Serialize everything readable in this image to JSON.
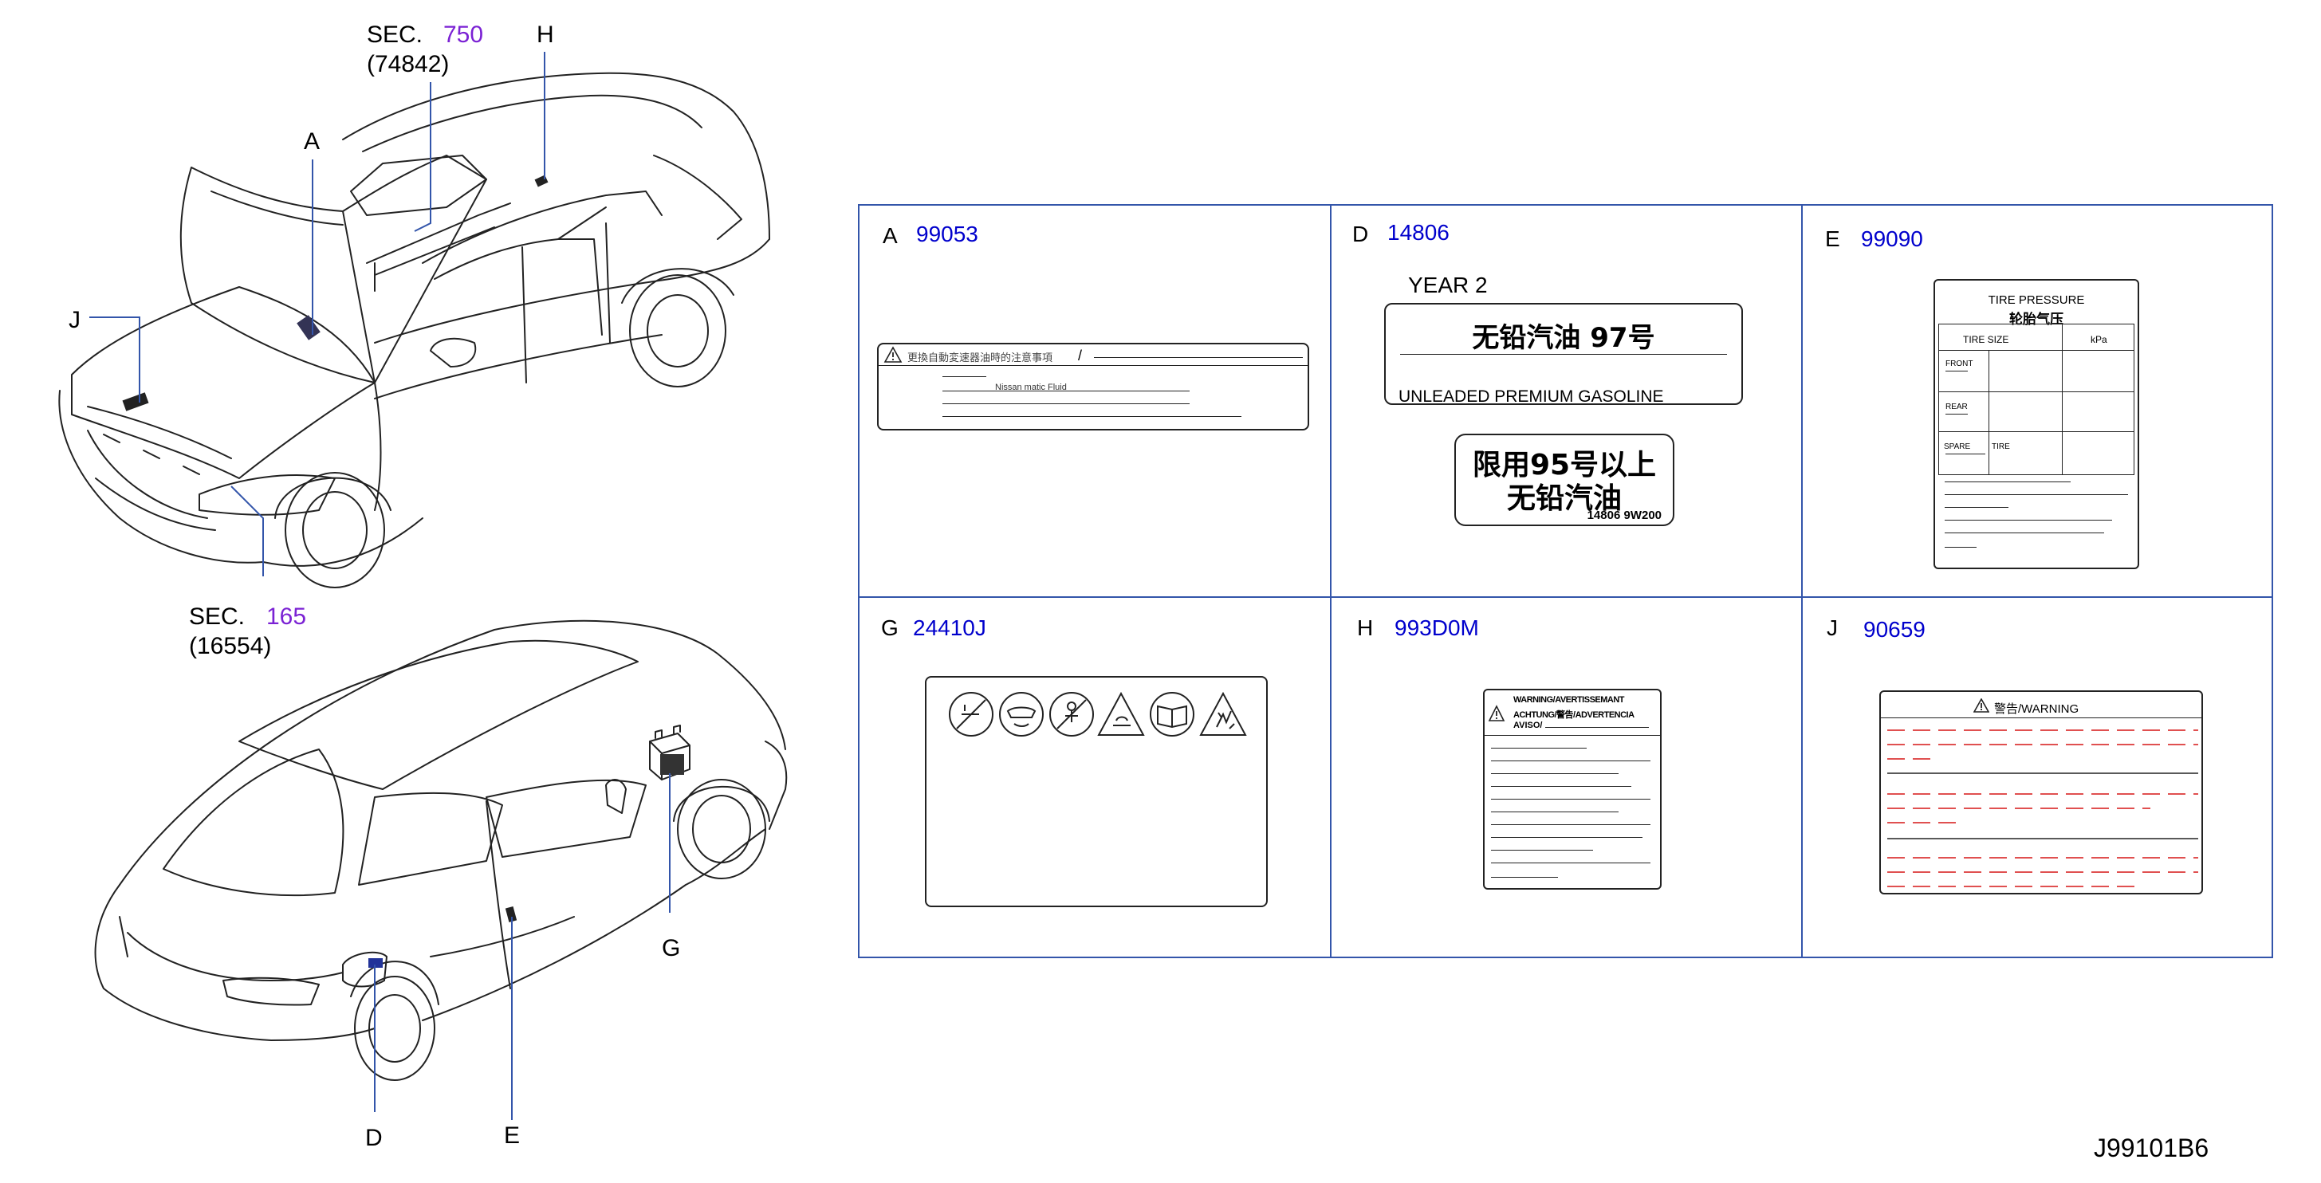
{
  "callouts": {
    "sec_top": {
      "prefix": "SEC.",
      "num": "750",
      "sub": "(74842)"
    },
    "sec_bottom": {
      "prefix": "SEC.",
      "num": "165",
      "sub": "(16554)"
    },
    "letters": {
      "A": "A",
      "H": "H",
      "J": "J",
      "D": "D",
      "E": "E",
      "G": "G"
    }
  },
  "cells": [
    {
      "letter": "A",
      "code": "99053"
    },
    {
      "letter": "D",
      "code": "14806"
    },
    {
      "letter": "E",
      "code": "99090"
    },
    {
      "letter": "G",
      "code": "24410J"
    },
    {
      "letter": "H",
      "code": "993D0M"
    },
    {
      "letter": "J",
      "code": "90659"
    }
  ],
  "label_a": {
    "caption": "更換自動変速器油時的注意事項",
    "slash": "/",
    "row": "Nissan    matic    Fluid"
  },
  "label_d": {
    "year": "YEAR  2",
    "fuel_cn": "无铅汽油  97号",
    "fuel_en": "UNLEADED   PREMIUM   GASOLINE",
    "line1": "限用95号以上",
    "line2": "无铅汽油",
    "partno": "14806 9W200"
  },
  "label_e": {
    "title_en": "TIRE    PRESSURE",
    "title_cn": "轮胎气压",
    "col1": "TIRE    SIZE",
    "col2": "kPa",
    "row1": "FRONT",
    "row2": "REAR",
    "row3": "SPARE",
    "row3b": "TIRE"
  },
  "label_h": {
    "w1": "WARNING/AVERTISSEMANT",
    "w2": "ACHTUNG/警告/ADVERTENCIA",
    "w3": "AVISO/"
  },
  "label_j": {
    "title": "警告/WARNING"
  },
  "figure_id": "J99101B6"
}
